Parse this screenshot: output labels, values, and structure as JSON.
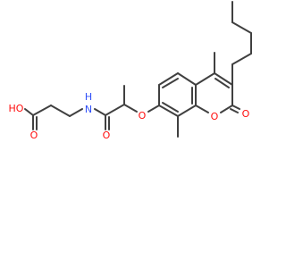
{
  "molecule": {
    "atoms": {
      "o_acid_hydroxyl": "HO",
      "o_acid_carbonyl": "O",
      "n_amide": "N",
      "h_amide": "H",
      "o_amide": "O",
      "o_ether": "O",
      "o_ring": "O",
      "o_lactone": "O"
    }
  },
  "colors": {
    "bond": "#404040",
    "oxygen": "#ff0d0d",
    "nitrogen": "#3050f8",
    "background": "#ffffff"
  }
}
